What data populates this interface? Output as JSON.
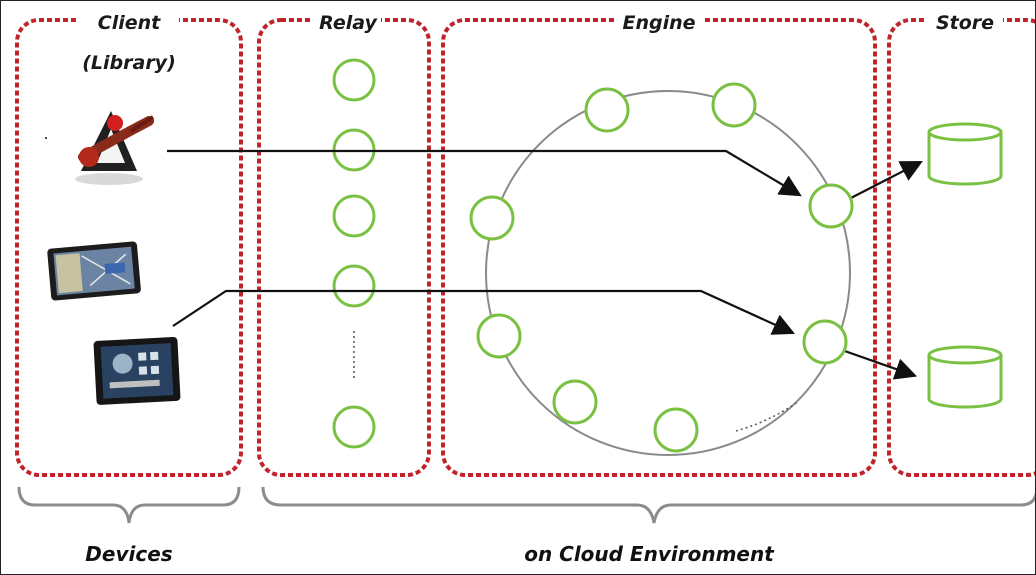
{
  "sections": {
    "client_title_line1": "Client",
    "client_title_line2": "(Library)",
    "relay_title": "Relay",
    "engine_title": "Engine",
    "store_title": "Store"
  },
  "groups": {
    "devices_label": "Devices",
    "cloud_label": "on Cloud Environment"
  },
  "colors": {
    "section_border": "#c0232b",
    "node_stroke": "#7ac143",
    "ring_stroke": "#8a8a8a",
    "arrow": "#111111",
    "brace": "#8c8c8c"
  },
  "icons": {
    "java-duke-guitar-icon": "duke mascot with guitar",
    "tablet-map-icon": "tablet with map",
    "tablet-home-icon": "tablet with home screen",
    "database-icon": "cylinder storage"
  }
}
